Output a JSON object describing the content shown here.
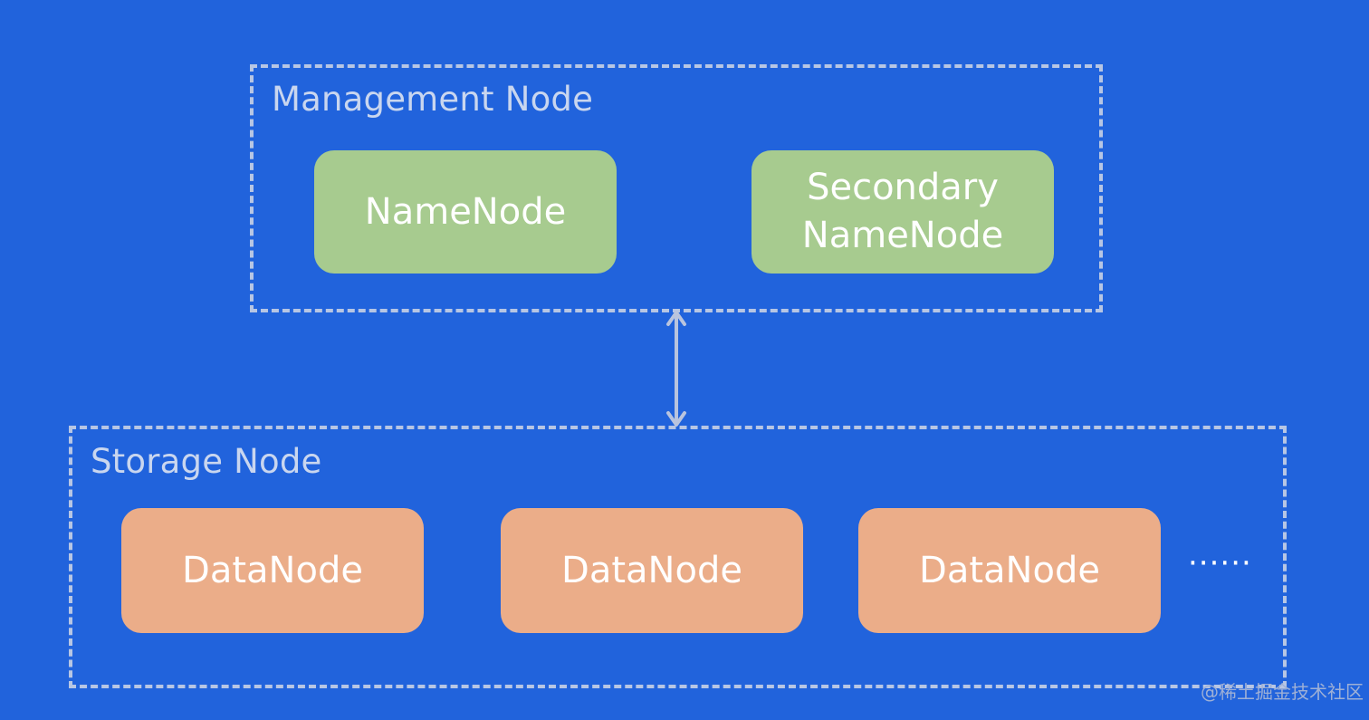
{
  "management_group": {
    "label": "Management Node",
    "nodes": [
      {
        "label": "NameNode"
      },
      {
        "label": "Secondary\nNameNode"
      }
    ]
  },
  "storage_group": {
    "label": "Storage Node",
    "nodes": [
      {
        "label": "DataNode"
      },
      {
        "label": "DataNode"
      },
      {
        "label": "DataNode"
      }
    ],
    "more_indicator": "······"
  },
  "connector": {
    "type": "bidirectional-arrow"
  },
  "watermark": "@稀土掘金技术社区",
  "colors": {
    "background": "#2163dc",
    "dashed_border": "#b7c6e4",
    "group_label": "#c9d6ef",
    "name_node_fill": "#a7cb8f",
    "data_node_fill": "#ebad89",
    "node_text": "#ffffff",
    "connector": "#b9c4de"
  }
}
